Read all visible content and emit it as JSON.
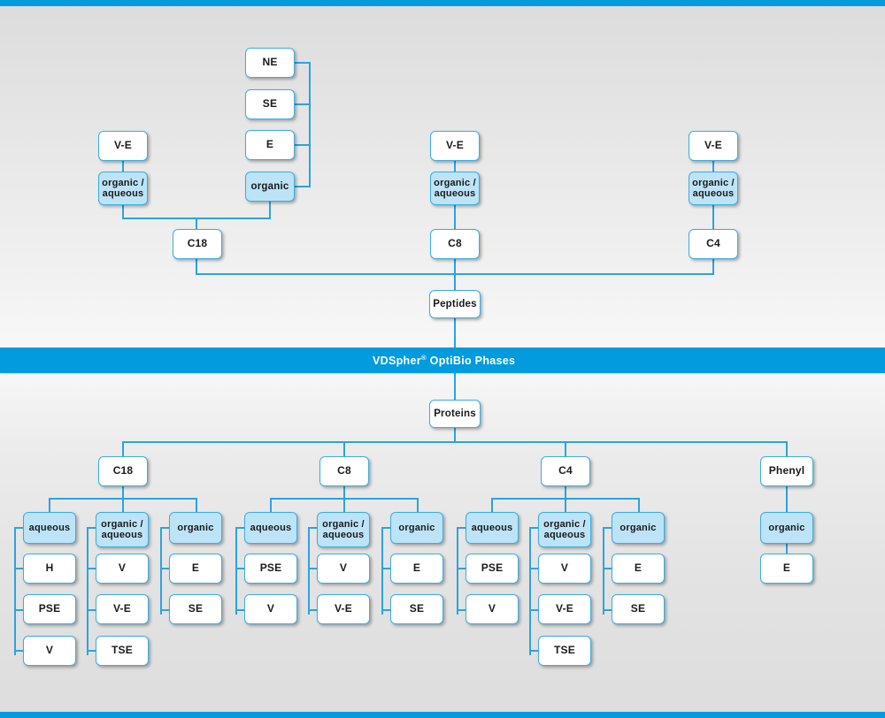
{
  "banner": {
    "text_main": "VDSpher",
    "sup": "®",
    "text_rest": " OptiBio Phases",
    "color": "#019bde"
  },
  "theme": {
    "accent": "#019bde",
    "line": "#2ba3e0",
    "node_border": "#3badE3",
    "node_fill_highlight": "#bde3f7",
    "node_fill_plain": "#ffffff"
  },
  "peptides": {
    "root": "Peptides",
    "columns": [
      {
        "name": "C18",
        "label": "C18",
        "modes": [
          {
            "label": "organic /\naqueous",
            "parents": [
              "V-E"
            ]
          },
          {
            "label": "organic",
            "parents": [
              "NE",
              "SE",
              "E"
            ]
          }
        ]
      },
      {
        "name": "C8",
        "label": "C8",
        "modes": [
          {
            "label": "organic /\naqueous",
            "parents": [
              "V-E"
            ]
          }
        ]
      },
      {
        "name": "C4",
        "label": "C4",
        "modes": [
          {
            "label": "organic /\naqueous",
            "parents": [
              "V-E"
            ]
          }
        ]
      }
    ]
  },
  "proteins": {
    "root": "Proteins",
    "columns": [
      {
        "name": "C18",
        "label": "C18",
        "groups": [
          {
            "mode": "aqueous",
            "items": [
              "H",
              "PSE",
              "V"
            ]
          },
          {
            "mode": "organic /\naqueous",
            "items": [
              "V",
              "V-E",
              "TSE"
            ]
          },
          {
            "mode": "organic",
            "items": [
              "E",
              "SE"
            ]
          }
        ]
      },
      {
        "name": "C8",
        "label": "C8",
        "groups": [
          {
            "mode": "aqueous",
            "items": [
              "PSE",
              "V"
            ]
          },
          {
            "mode": "organic /\naqueous",
            "items": [
              "V",
              "V-E"
            ]
          },
          {
            "mode": "organic",
            "items": [
              "E",
              "SE"
            ]
          }
        ]
      },
      {
        "name": "C4",
        "label": "C4",
        "groups": [
          {
            "mode": "aqueous",
            "items": [
              "PSE",
              "V"
            ]
          },
          {
            "mode": "organic /\naqueous",
            "items": [
              "V",
              "V-E",
              "TSE"
            ]
          },
          {
            "mode": "organic",
            "items": [
              "E",
              "SE"
            ]
          }
        ]
      },
      {
        "name": "Phenyl",
        "label": "Phenyl",
        "groups": [
          {
            "mode": "organic",
            "items": [
              "E"
            ]
          }
        ]
      }
    ]
  },
  "labels": {
    "top_NE": "NE",
    "top_SE": "SE",
    "top_E": "E",
    "top_organic": "organic",
    "ve": "V-E",
    "org_aq": "organic /\naqueous"
  }
}
